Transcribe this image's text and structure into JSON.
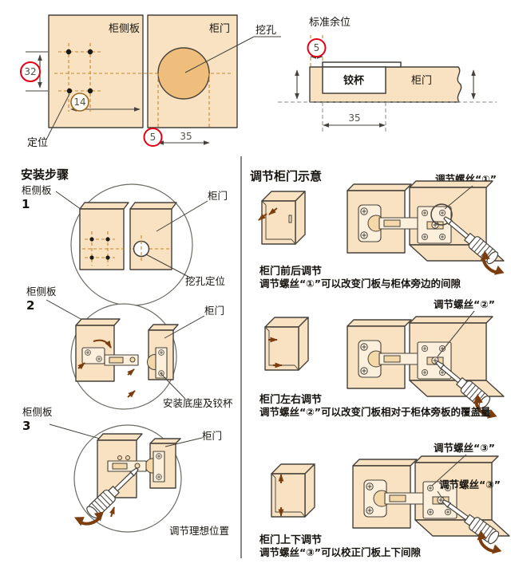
{
  "colors": {
    "panel": "#f9e2c1",
    "hole": "#efbe7d",
    "plate": "#fcf0dc",
    "plate2": "#f4d8a8",
    "outline": "#45413a",
    "dashed": "#c8852d",
    "red": "#e60014",
    "brown": "#7b3c0e"
  },
  "top_left": {
    "side_panel": "柜侧板",
    "door": "柜门",
    "drill_hole": "挖孔",
    "locate": "定位",
    "dim_vertical": "32",
    "dim_pitch": "14",
    "dim_edge": "5",
    "dim_depth": "35"
  },
  "top_right": {
    "title": "标准余位",
    "dim_edge": "5",
    "dim_cup": "35",
    "cup": "铰杯",
    "door": "柜门"
  },
  "install": {
    "title": "安装步骤",
    "steps": [
      {
        "num": "1",
        "panel": "柜侧板",
        "door": "柜门",
        "note": "挖孔定位"
      },
      {
        "num": "2",
        "panel": "柜侧板",
        "door": "柜门",
        "note": "安装底座及铰杯"
      },
      {
        "num": "3",
        "panel": "柜侧板",
        "door": "柜门",
        "note": "调节理想位置"
      }
    ]
  },
  "adjust": {
    "title": "调节柜门示意",
    "rows": [
      {
        "screw": "调节螺丝“①”",
        "heading": "柜门前后调节",
        "desc": "调节螺丝“①”可以改变门板与柜体旁边的间隙"
      },
      {
        "screw": "调节螺丝“②”",
        "heading": "柜门左右调节",
        "desc": "调节螺丝“②”可以改变门板相对于柜体旁板的覆盖量"
      },
      {
        "screw": "调节螺丝“③”",
        "screw2": "调节螺丝“③”",
        "heading": "柜门上下调节",
        "desc": "调节螺丝“③”可以校正门板上下间隙"
      }
    ]
  }
}
